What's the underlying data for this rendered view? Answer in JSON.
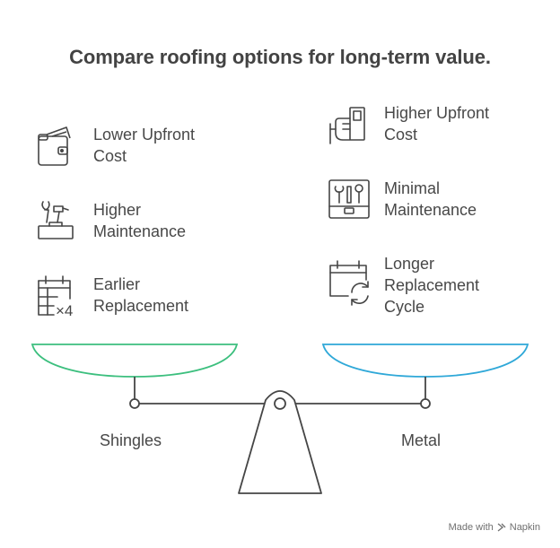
{
  "title": "Compare roofing options for long-term value.",
  "left": {
    "name": "Shingles",
    "items": [
      {
        "label_line1": "Lower Upfront",
        "label_line2": "Cost",
        "icon": "wallet-icon"
      },
      {
        "label_line1": "Higher",
        "label_line2": "Maintenance",
        "icon": "toolbox-icon"
      },
      {
        "label_line1": "Earlier",
        "label_line2": "Replacement",
        "icon": "calendar-icon",
        "badge": "×4"
      }
    ]
  },
  "right": {
    "name": "Metal",
    "items": [
      {
        "label_line1": "Higher Upfront",
        "label_line2": "Cost",
        "icon": "hand-cash-icon"
      },
      {
        "label_line1": "Minimal",
        "label_line2": "Maintenance",
        "icon": "tool-case-icon"
      },
      {
        "label_line1": "Longer",
        "label_line2": "Replacement",
        "label_line3": "Cycle",
        "icon": "calendar-refresh-icon"
      }
    ]
  },
  "colors": {
    "left_pan": "#3cbf7e",
    "right_pan": "#2fa8d8",
    "stroke": "#454545"
  },
  "footer": {
    "made_with": "Made with",
    "brand": "Napkin"
  }
}
